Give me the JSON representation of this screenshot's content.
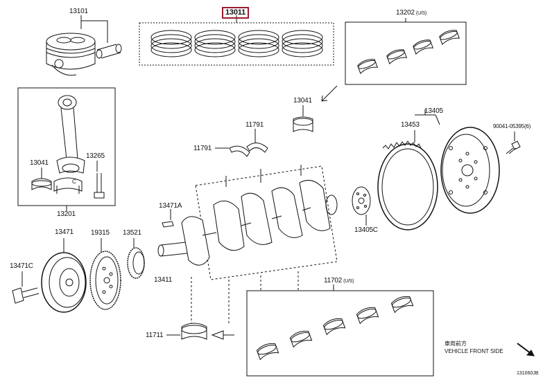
{
  "labels": {
    "p13101": {
      "text": "13101"
    },
    "p13011": {
      "text": "13011"
    },
    "p13202": {
      "text": "13202",
      "sub": "(U/S)"
    },
    "p13041_top": {
      "text": "13041"
    },
    "p11791_a": {
      "text": "11791"
    },
    "p11791_b": {
      "text": "11791"
    },
    "p13405": {
      "text": "13405"
    },
    "p13453": {
      "text": "13453"
    },
    "p90041": {
      "text": "90041-05395(6)"
    },
    "p13041_rod": {
      "text": "13041"
    },
    "p13265": {
      "text": "13265"
    },
    "p13201": {
      "text": "13201"
    },
    "p13471A": {
      "text": "13471A"
    },
    "p13405C": {
      "text": "13405C"
    },
    "p13471": {
      "text": "13471"
    },
    "p19315": {
      "text": "19315"
    },
    "p13521": {
      "text": "13521"
    },
    "p13471C": {
      "text": "13471C"
    },
    "p13411": {
      "text": "13411"
    },
    "p11702": {
      "text": "11702",
      "sub": "(U/S)"
    },
    "p11711": {
      "text": "11711"
    },
    "c_marker": {
      "text": "C"
    }
  },
  "vehicle_note": {
    "line1": "車両前方",
    "line2": "VEHICLE  FRONT SIDE"
  },
  "doc_number": "131060JB",
  "highlight_color": "#9b1b30"
}
